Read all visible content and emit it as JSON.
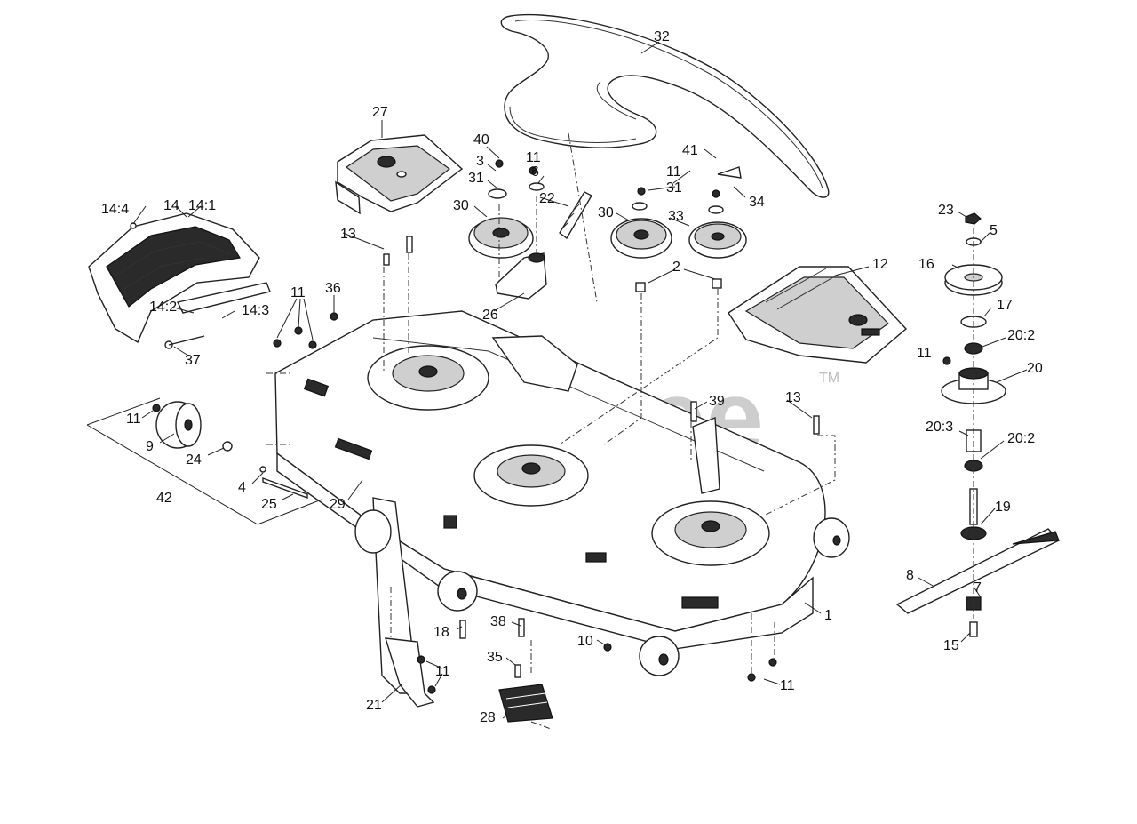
{
  "watermark": {
    "brand": "PartsTree",
    "tm": "TM"
  },
  "callouts": {
    "c1": "1",
    "c2": "2",
    "c3": "3",
    "c4": "4",
    "c5": "5",
    "c6": "6",
    "c7": "7",
    "c8": "8",
    "c9": "9",
    "c10": "10",
    "c11": "11",
    "c12": "12",
    "c13": "13",
    "c14": "14",
    "c14_1": "14:1",
    "c14_2": "14:2",
    "c14_3": "14:3",
    "c14_4": "14:4",
    "c15": "15",
    "c16": "16",
    "c17": "17",
    "c18": "18",
    "c19": "19",
    "c20": "20",
    "c20_2": "20:2",
    "c20_3": "20:3",
    "c21": "21",
    "c22": "22",
    "c23": "23",
    "c24": "24",
    "c25": "25",
    "c26": "26",
    "c27": "27",
    "c28": "28",
    "c29": "29",
    "c30": "30",
    "c31": "31",
    "c32": "32",
    "c33": "33",
    "c34": "34",
    "c35": "35",
    "c36": "36",
    "c37": "37",
    "c38": "38",
    "c39": "39",
    "c40": "40",
    "c41": "41",
    "c42": "42"
  }
}
